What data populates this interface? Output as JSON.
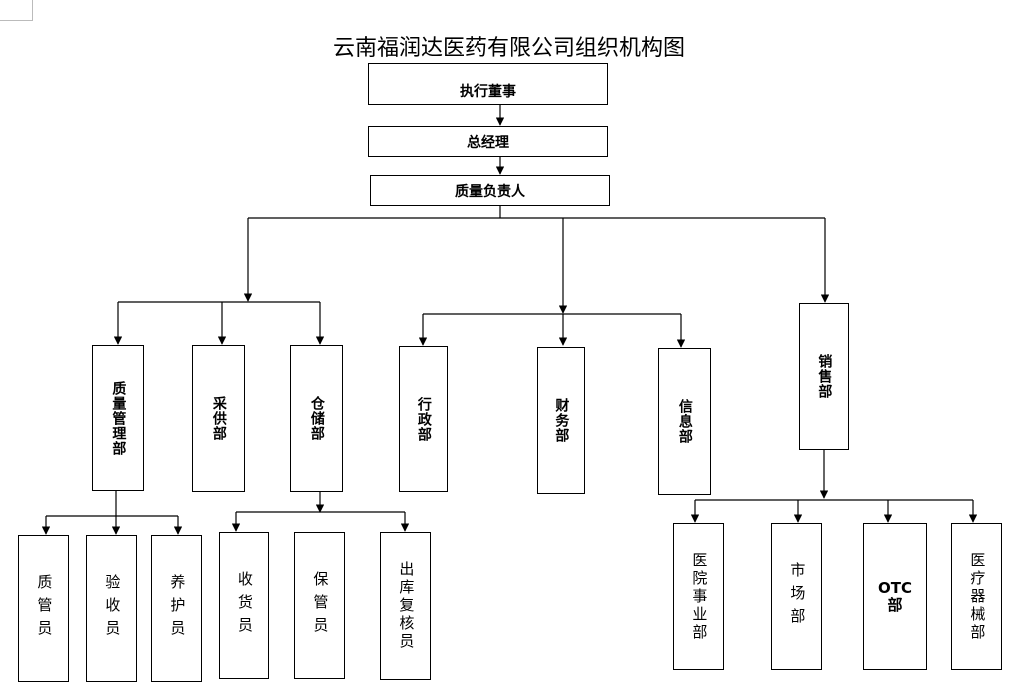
{
  "title": "云南福润达医药有限公司组织机构图",
  "nodes": {
    "exec_director": "执行董事",
    "general_manager": "总经理",
    "quality_head": "质量负责人",
    "quality_dept": "质量管理部",
    "purchasing_dept": "采供部",
    "storage_dept": "仓储部",
    "admin_dept": "行政部",
    "finance_dept": "财务部",
    "info_dept": "信息部",
    "sales_dept": "销售部",
    "quality_inspector": "质管员",
    "acceptance_clerk": "验收员",
    "maintenance_clerk": "养护员",
    "receiving_clerk": "收货员",
    "custodian": "保管员",
    "outbound_checker": "出库复核员",
    "hospital_dept": "医院事业部",
    "market_dept": "市场部",
    "otc_dept": "OTC部",
    "device_dept": "医疗器械部"
  }
}
